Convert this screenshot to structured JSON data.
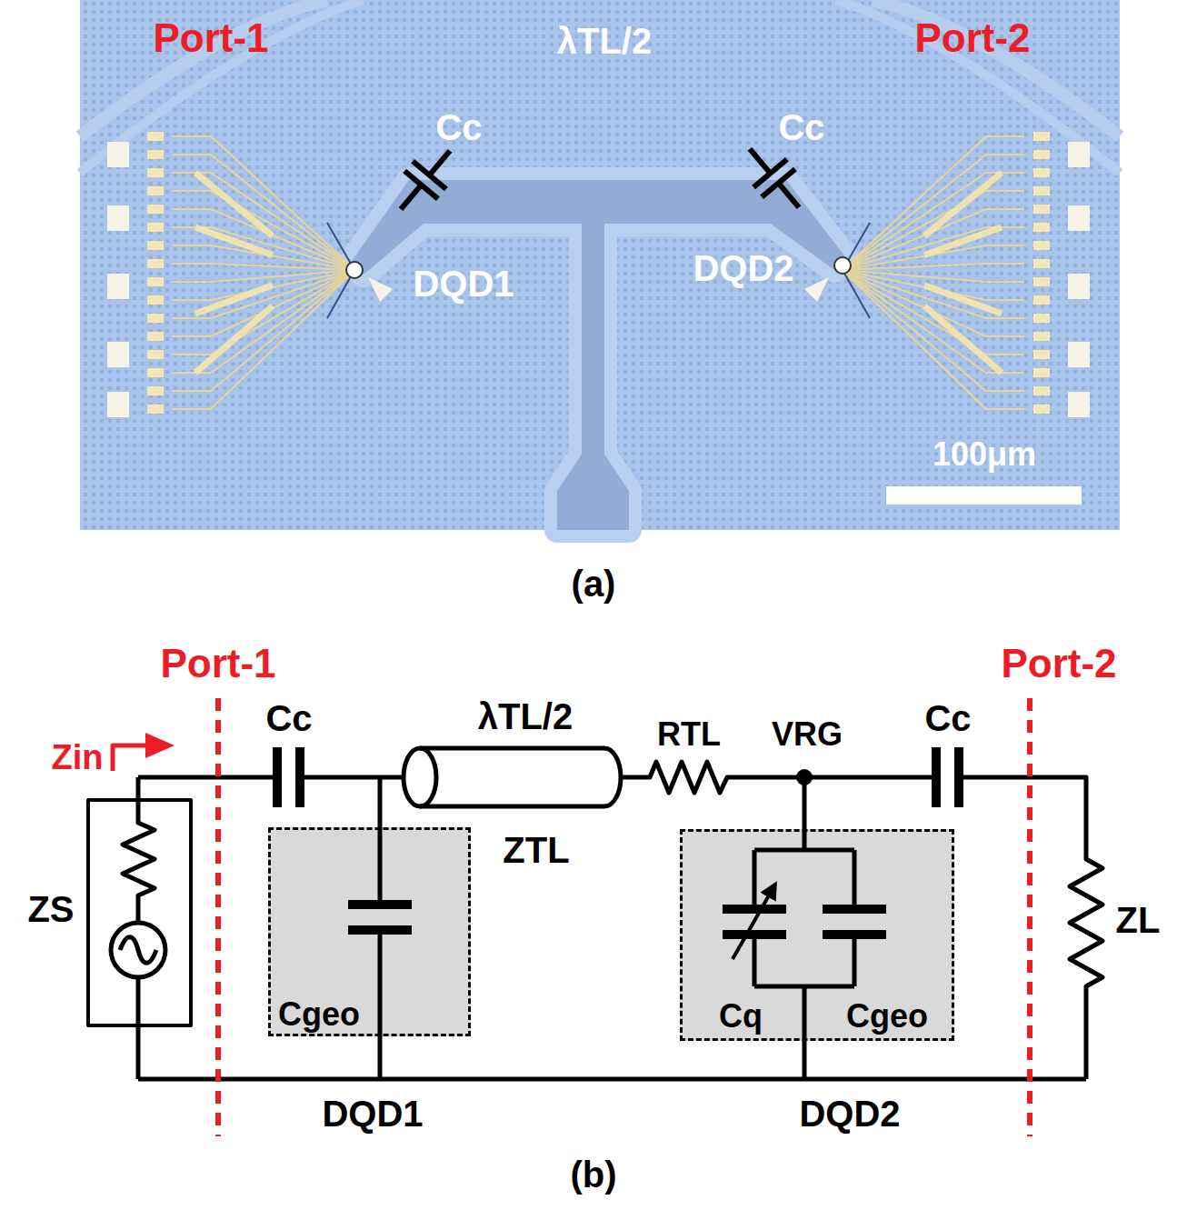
{
  "diagram": {
    "nodes": [
      {
        "text": [
          "Cgeo"
        ]
      },
      {
        "text": [
          "Cq",
          "Cgeo"
        ]
      }
    ],
    "labels": [
      "Port-1",
      "Cc",
      "λTL/2",
      "Cc",
      "DQD1",
      "DQD2",
      "Port-2",
      "100μm",
      "(a)",
      "Port-1",
      "Zin",
      "Cc",
      "λTL/2",
      "RTL",
      "VRG",
      "Cc",
      "Port-2",
      "ZS",
      "ZTL",
      "ZL",
      "DQD1",
      "DQD2",
      "(b)"
    ]
  }
}
